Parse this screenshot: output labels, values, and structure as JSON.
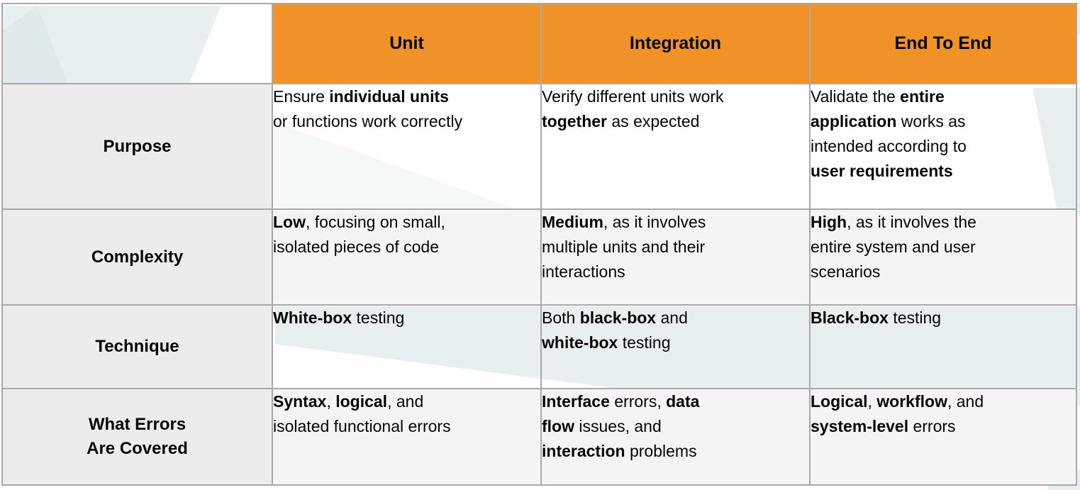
{
  "colors": {
    "header_bg": "#F09228",
    "row_label_bg": "#ECECEC",
    "alt_row_bg": "#F4F4F5",
    "border": "#A9A9A9",
    "text": "#050505",
    "watermark": "#E8EFF1",
    "watermark_dark": "#DFE9EC"
  },
  "table": {
    "columns": [
      {
        "label": ""
      },
      {
        "label": "Unit"
      },
      {
        "label": "Integration"
      },
      {
        "label": "End To End"
      }
    ],
    "rows": [
      {
        "label": "Purpose",
        "cells": {
          "unit": [
            {
              "t": "Ensure ",
              "b": false
            },
            {
              "t": "individual units",
              "b": true
            },
            {
              "t": "\nor functions work correctly",
              "b": false
            }
          ],
          "integration": [
            {
              "t": "Verify different units work\n",
              "b": false
            },
            {
              "t": "together",
              "b": true
            },
            {
              "t": " as expected",
              "b": false
            }
          ],
          "end_to_end": [
            {
              "t": "Validate the ",
              "b": false
            },
            {
              "t": "entire\napplication",
              "b": true
            },
            {
              "t": " works as\nintended according to\n",
              "b": false
            },
            {
              "t": "user requirements",
              "b": true
            }
          ]
        }
      },
      {
        "label": "Complexity",
        "cells": {
          "unit": [
            {
              "t": "Low",
              "b": true
            },
            {
              "t": ", focusing on small,\nisolated pieces of code",
              "b": false
            }
          ],
          "integration": [
            {
              "t": "Medium",
              "b": true
            },
            {
              "t": ", as it involves\nmultiple units and their\ninteractions",
              "b": false
            }
          ],
          "end_to_end": [
            {
              "t": "High",
              "b": true
            },
            {
              "t": ", as it involves the\nentire system and user\nscenarios",
              "b": false
            }
          ]
        }
      },
      {
        "label": "Technique",
        "cells": {
          "unit": [
            {
              "t": "White-box",
              "b": true
            },
            {
              "t": " testing",
              "b": false
            }
          ],
          "integration": [
            {
              "t": "Both ",
              "b": false
            },
            {
              "t": "black-box",
              "b": true
            },
            {
              "t": " and\n",
              "b": false
            },
            {
              "t": "white-box",
              "b": true
            },
            {
              "t": " testing",
              "b": false
            }
          ],
          "end_to_end": [
            {
              "t": "Black-box",
              "b": true
            },
            {
              "t": " testing",
              "b": false
            }
          ]
        }
      },
      {
        "label": "What Errors\nAre Covered",
        "cells": {
          "unit": [
            {
              "t": "Syntax",
              "b": true
            },
            {
              "t": ", ",
              "b": false
            },
            {
              "t": "logical",
              "b": true
            },
            {
              "t": ", and\nisolated functional errors",
              "b": false
            }
          ],
          "integration": [
            {
              "t": "Interface",
              "b": true
            },
            {
              "t": " errors, ",
              "b": false
            },
            {
              "t": "data\nflow",
              "b": true
            },
            {
              "t": " issues, and\n",
              "b": false
            },
            {
              "t": "interaction",
              "b": true
            },
            {
              "t": " problems",
              "b": false
            }
          ],
          "end_to_end": [
            {
              "t": "Logical",
              "b": true
            },
            {
              "t": ", ",
              "b": false
            },
            {
              "t": "workflow",
              "b": true
            },
            {
              "t": ", and\n",
              "b": false
            },
            {
              "t": "system-level",
              "b": true
            },
            {
              "t": " errors",
              "b": false
            }
          ]
        }
      }
    ]
  }
}
